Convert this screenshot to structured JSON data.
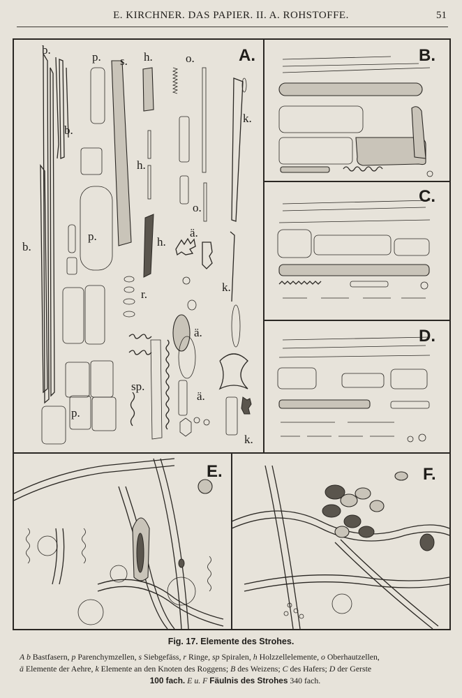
{
  "header": {
    "running_title": "E. KIRCHNER. DAS PAPIER. II. A. ROHSTOFFE.",
    "page_number": "51"
  },
  "figure": {
    "panels": [
      "A.",
      "B.",
      "C.",
      "D.",
      "E.",
      "F."
    ],
    "labels": {
      "b": "b.",
      "p": "p.",
      "s": "s.",
      "h": "h.",
      "o": "o.",
      "k": "k.",
      "a_umlaut": "ä.",
      "r": "r.",
      "sp": "sp."
    }
  },
  "caption": {
    "title": "Fig. 17. Elemente des Strohes.",
    "legend": {
      "b_sym": "A b",
      "b_text": "Bastfasern,",
      "p_sym": "p",
      "p_text": "Parenchymzellen,",
      "s_sym": "s",
      "s_text": "Siebgefäss,",
      "r_sym": "r",
      "r_text": "Ringe,",
      "sp_sym": "sp",
      "sp_text": "Spiralen,",
      "h_sym": "h",
      "h_text": "Holzzellelemente,",
      "o_sym": "o",
      "o_text": "Oberhautzellen,",
      "ae_sym": "ä",
      "ae_text": "Elemente der Aehre,",
      "k_sym": "k",
      "k_text": "Elemente an den Knoten des Roggens;",
      "B_sym": "B",
      "B_text": "des Weizens;",
      "C_sym": "C",
      "C_text": "des Hafers;",
      "D_sym": "D",
      "D_text": "der Gerste",
      "mag1": "100 fach.",
      "EF_sym": "E u. F",
      "EF_text": "Fäulnis des Strohes",
      "mag2": "340 fach."
    }
  }
}
